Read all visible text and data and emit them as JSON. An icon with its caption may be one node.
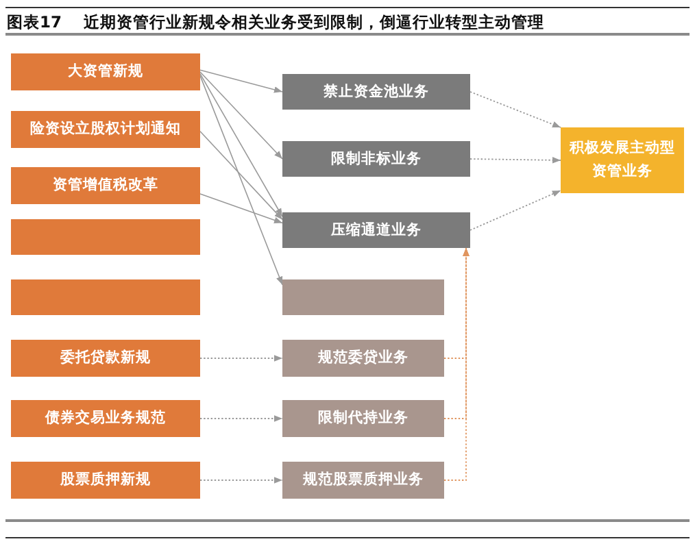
{
  "diagram": {
    "title": "图表17 近期资管行业新规令相关业务受到限制，倒逼行业转型主动管理",
    "nodes": [
      {
        "text": [
          "大资管新规"
        ]
      },
      {
        "text": [
          "险资设立股权计划通知"
        ]
      },
      {
        "text": [
          "资管增值税改革"
        ]
      },
      {
        "text": [],
        "shape": "box"
      },
      {
        "text": [],
        "shape": "box"
      },
      {
        "text": [
          "委托贷款新规"
        ]
      },
      {
        "text": [
          "债券交易业务规范"
        ]
      },
      {
        "text": [
          "股票质押新规"
        ]
      },
      {
        "text": [
          "禁止资金池业务"
        ]
      },
      {
        "text": [
          "限制非标业务"
        ]
      },
      {
        "text": [
          "压缩通道业务"
        ]
      },
      {
        "text": [],
        "shape": "box"
      },
      {
        "text": [
          "规范委贷业务"
        ]
      },
      {
        "text": [
          "限制代持业务"
        ]
      },
      {
        "text": [
          "规范股票质押业务"
        ]
      },
      {
        "text": [
          "积极发展主动型资管业务"
        ]
      }
    ],
    "edges": [
      {
        "from": 0,
        "to": 8,
        "arrow": "to"
      },
      {
        "from": 0,
        "to": 9,
        "arrow": "to"
      },
      {
        "from": 0,
        "to": 10,
        "arrow": "to"
      },
      {
        "from": 0,
        "to": 11,
        "arrow": "to"
      },
      {
        "from": 1,
        "to": 10,
        "arrow": "to"
      },
      {
        "from": 2,
        "to": 10,
        "arrow": "to"
      },
      {
        "from": 5,
        "to": 12,
        "arrow": "to",
        "style": "dashed"
      },
      {
        "from": 6,
        "to": 13,
        "arrow": "to",
        "style": "dashed"
      },
      {
        "from": 7,
        "to": 14,
        "arrow": "to",
        "style": "dashed"
      },
      {
        "from": 8,
        "to": 15,
        "arrow": "to",
        "style": "dashed"
      },
      {
        "from": 9,
        "to": 15,
        "arrow": "to",
        "style": "dashed"
      },
      {
        "from": 10,
        "to": 15,
        "arrow": "to",
        "style": "dashed"
      },
      {
        "from": 12,
        "to": 10,
        "arrow": "to",
        "style": "dashed",
        "color": "#e0955f"
      },
      {
        "from": 13,
        "to": 10,
        "arrow": "to",
        "style": "dashed",
        "color": "#e0955f"
      },
      {
        "from": 14,
        "to": 10,
        "arrow": "to",
        "style": "dashed",
        "color": "#e0955f"
      }
    ]
  }
}
